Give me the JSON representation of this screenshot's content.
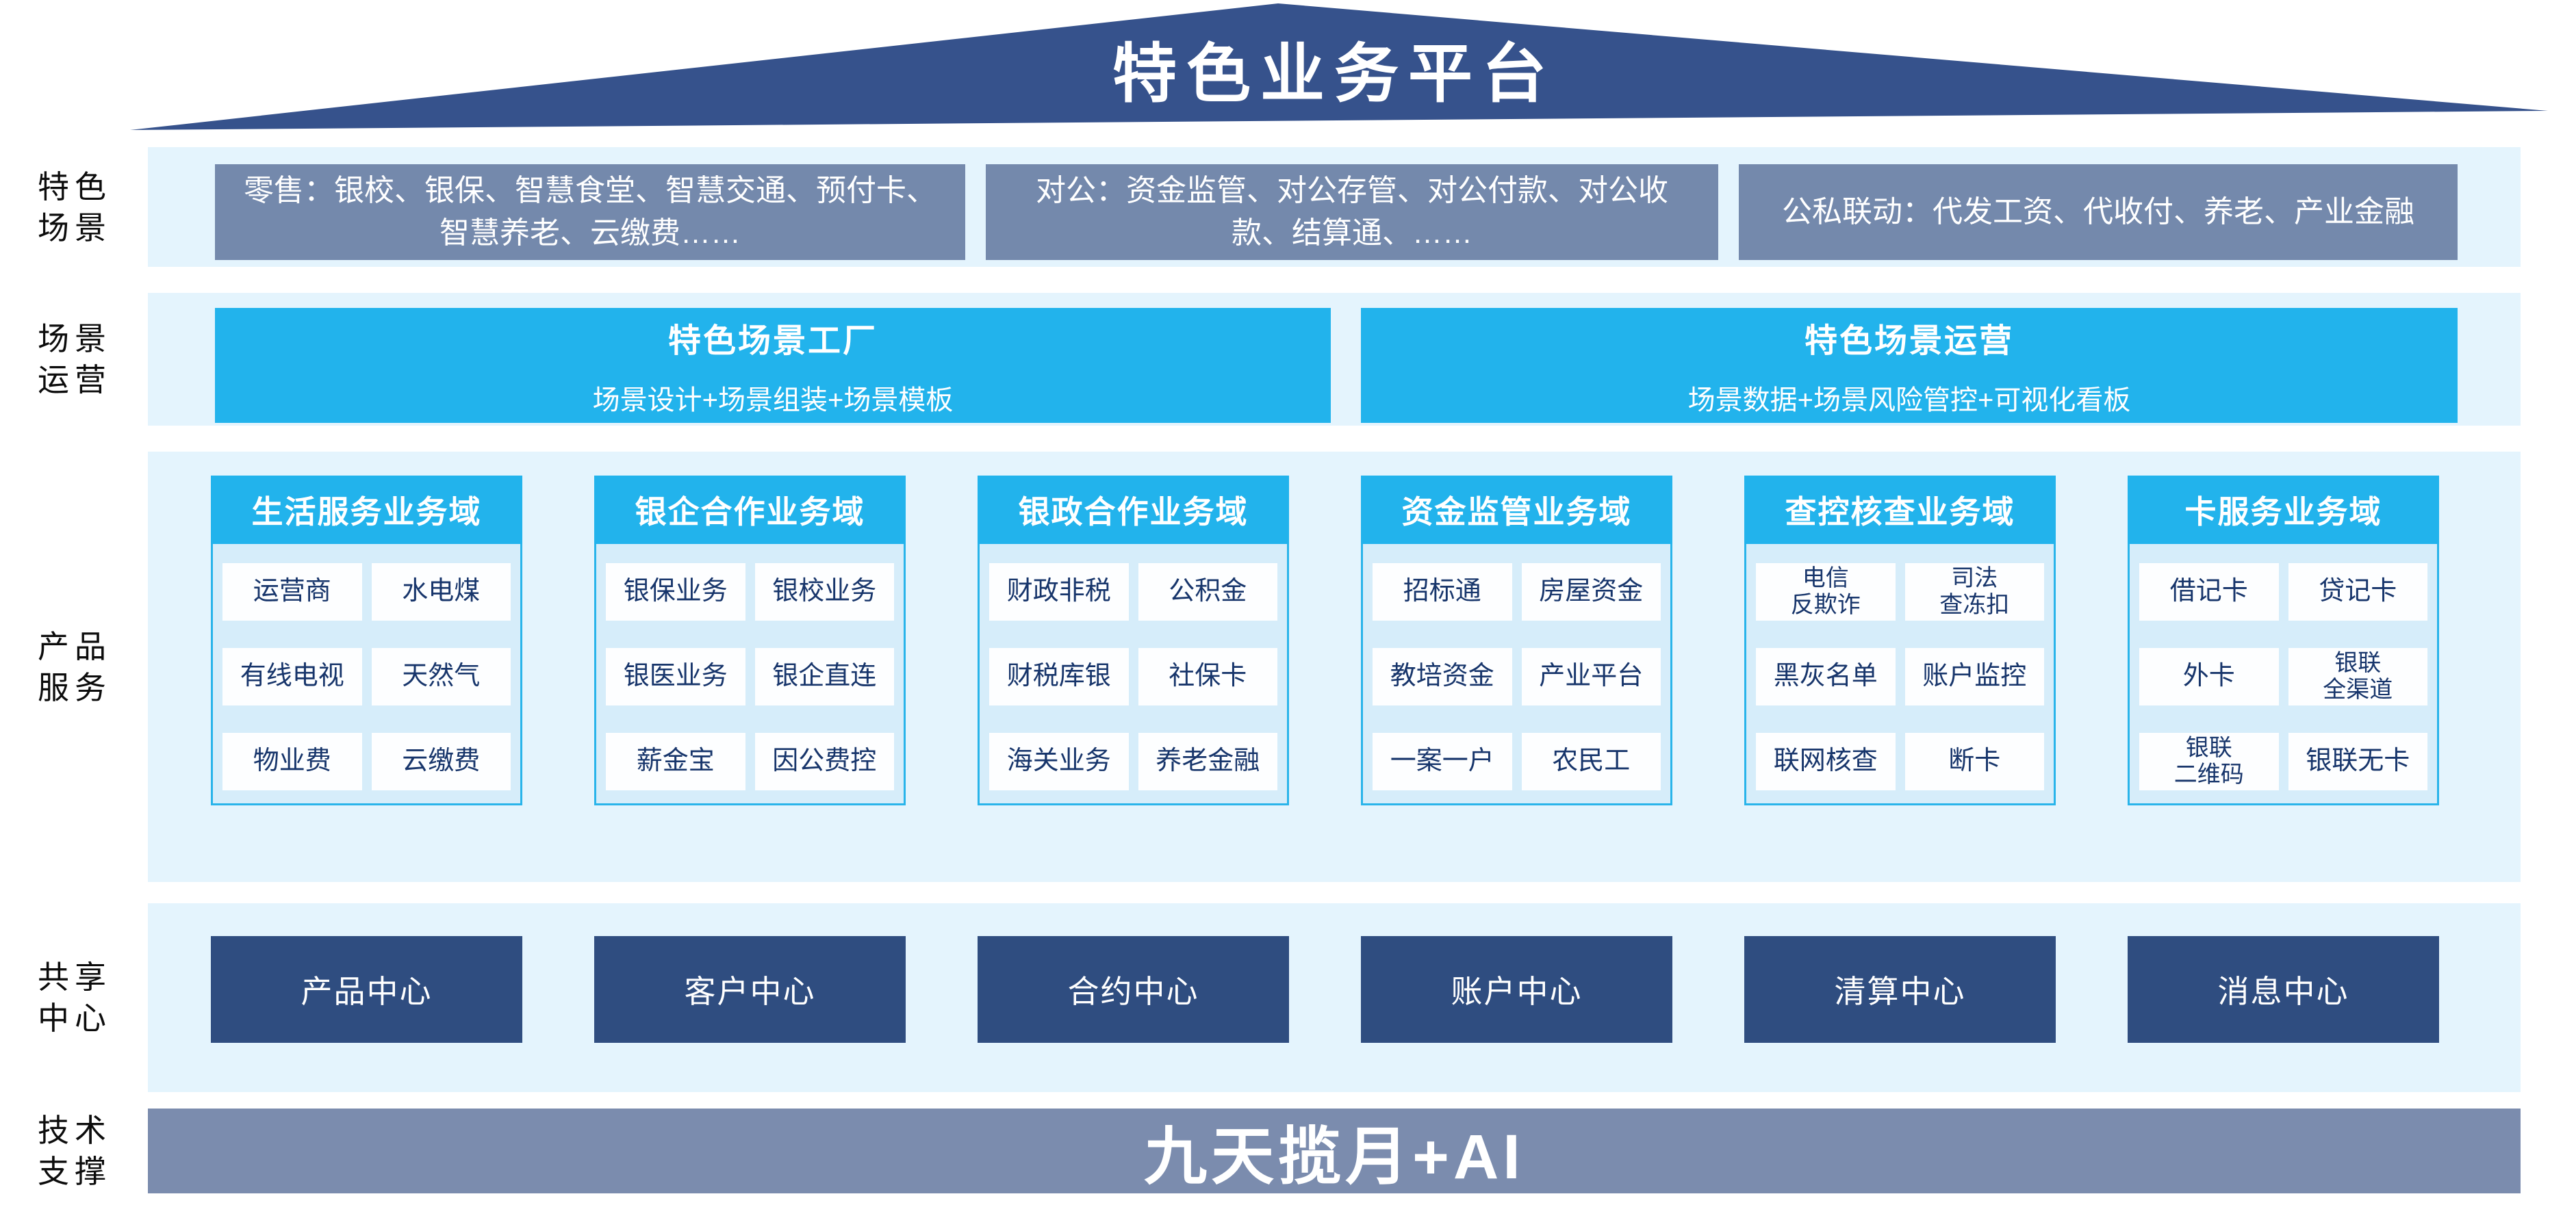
{
  "roof": {
    "title": "特色业务平台"
  },
  "side_labels": [
    "特色\n场景",
    "场景\n运营",
    "产品\n服务",
    "共享\n中心",
    "技术\n支撑"
  ],
  "scene_row": {
    "boxes": [
      "零售：银校、银保、智慧食堂、智慧交通、预付卡、智慧养老、云缴费……",
      "对公：资金监管、对公存管、对公付款、对公收款、结算通、……",
      "公私联动：代发工资、代收付、养老、产业金融"
    ]
  },
  "ops_row": {
    "boxes": [
      {
        "title": "特色场景工厂",
        "subtitle": "场景设计+场景组装+场景模板"
      },
      {
        "title": "特色场景运营",
        "subtitle": "场景数据+场景风险管控+可视化看板"
      }
    ]
  },
  "domains": [
    {
      "header": "生活服务业务域",
      "cells": [
        "运营商",
        "水电煤",
        "有线电视",
        "天然气",
        "物业费",
        "云缴费"
      ]
    },
    {
      "header": "银企合作业务域",
      "cells": [
        "银保业务",
        "银校业务",
        "银医业务",
        "银企直连",
        "薪金宝",
        "因公费控"
      ]
    },
    {
      "header": "银政合作业务域",
      "cells": [
        "财政非税",
        "公积金",
        "财税库银",
        "社保卡",
        "海关业务",
        "养老金融"
      ]
    },
    {
      "header": "资金监管业务域",
      "cells": [
        "招标通",
        "房屋资金",
        "教培资金",
        "产业平台",
        "一案一户",
        "农民工"
      ]
    },
    {
      "header": "查控核查业务域",
      "cells": [
        "电信\n反欺诈",
        "司法\n查冻扣",
        "黑灰名单",
        "账户监控",
        "联网核查",
        "断卡"
      ]
    },
    {
      "header": "卡服务业务域",
      "cells": [
        "借记卡",
        "贷记卡",
        "外卡",
        "银联\n全渠道",
        "银联\n二维码",
        "银联无卡"
      ]
    }
  ],
  "centers": [
    "产品中心",
    "客户中心",
    "合约中心",
    "账户中心",
    "清算中心",
    "消息中心"
  ],
  "tech": {
    "title": "九天揽月+AI"
  },
  "palette": {
    "roof_navy": "#36528C",
    "scene_gray_blue": "#7489AC",
    "accent_cyan": "#22B3EC",
    "band_light_blue": "#E4F4FD",
    "panel_blue": "#D6EDFA",
    "cell_text_navy": "#17356B",
    "center_navy": "#2F4D80",
    "tech_gray_blue": "#7B8CAE"
  }
}
